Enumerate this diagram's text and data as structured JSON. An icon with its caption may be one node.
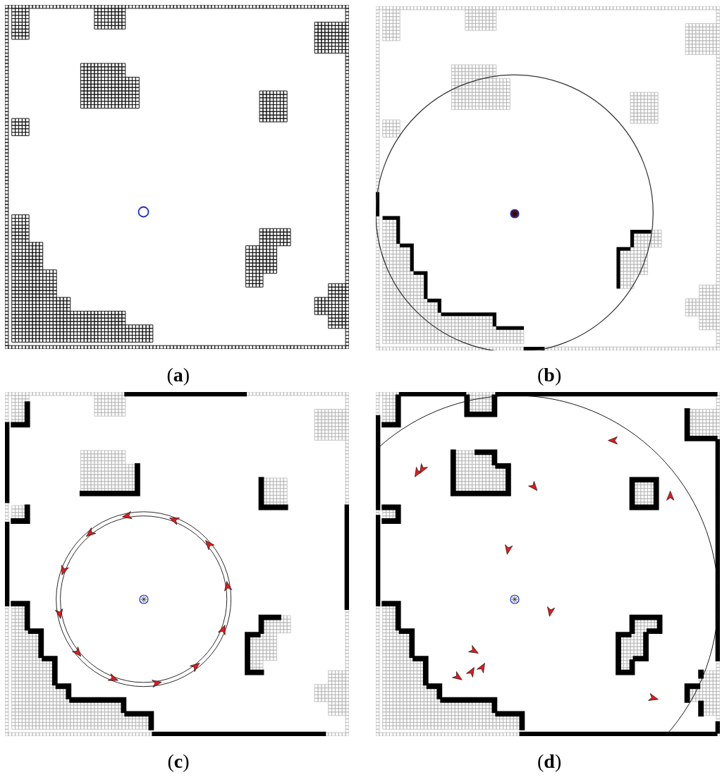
{
  "diagram": {
    "labels": [
      "(**a**)",
      "(**b**)",
      "(**c**)",
      "(**d**)"
    ]
  }
}
